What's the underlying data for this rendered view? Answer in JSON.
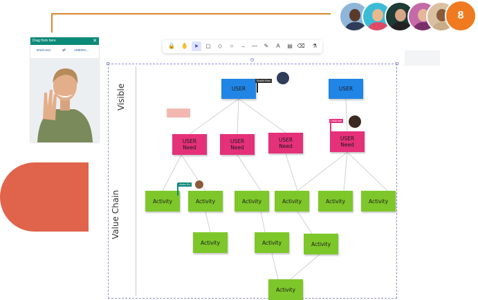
{
  "participants": {
    "avatars": [
      "participant-1",
      "participant-2",
      "participant-3",
      "participant-4",
      "participant-5"
    ],
    "overflow_count": "8"
  },
  "translation_panel": {
    "title": "Drag from here",
    "close_glyph": "✕",
    "source_language": "ENGLISH",
    "swap_glyph": "⇄",
    "target_language": "AMERIC..."
  },
  "toolbar": {
    "tools": [
      {
        "name": "lock-icon",
        "glyph": "🔒"
      },
      {
        "name": "hand-icon",
        "glyph": "✋"
      },
      {
        "name": "pointer-icon",
        "glyph": "➤",
        "active": true
      },
      {
        "name": "rectangle-icon",
        "glyph": "▢"
      },
      {
        "name": "diamond-icon",
        "glyph": "◇"
      },
      {
        "name": "ellipse-icon",
        "glyph": "○"
      },
      {
        "name": "arrow-icon",
        "glyph": "→"
      },
      {
        "name": "line-icon",
        "glyph": "—"
      },
      {
        "name": "pencil-icon",
        "glyph": "✎"
      },
      {
        "name": "text-icon",
        "glyph": "A"
      },
      {
        "name": "image-icon",
        "glyph": "▤"
      },
      {
        "name": "eraser-icon",
        "glyph": "⌫"
      },
      {
        "name": "library-icon",
        "glyph": "⚗"
      }
    ]
  },
  "board": {
    "label_visible": "Visible",
    "label_value_chain": "Value Chain",
    "cursors": [
      {
        "label": "Shakib Khan",
        "color": "#333333"
      },
      {
        "label": "Linda mali",
        "color": "#e5307a"
      },
      {
        "label": "Amber Bo",
        "color": "#0c8a78"
      }
    ],
    "nodes": {
      "user_1": "USER",
      "user_2": "USER",
      "user_need_1": "USER\nNeed",
      "user_need_2": "USER\nNeed",
      "user_need_3": "USER\nNeed",
      "user_need_4": "USER\nNeed",
      "activity_1": "Activity",
      "activity_2": "Activity",
      "activity_3": "Activity",
      "activity_4": "Activity",
      "activity_5": "Activity",
      "activity_6": "Activity",
      "activity_7": "Activity",
      "activity_8": "Activity",
      "activity_9": "Activity",
      "activity_10": "Activity"
    }
  },
  "colors": {
    "accent_orange": "#f07a1f",
    "connector": "#d9862a",
    "panel_teal": "#0c8a78",
    "user_blue": "#2185e6",
    "need_pink": "#e5307a",
    "activity_green": "#7ec72a",
    "selection": "#8b8fd6",
    "coral": "#e0634b"
  }
}
